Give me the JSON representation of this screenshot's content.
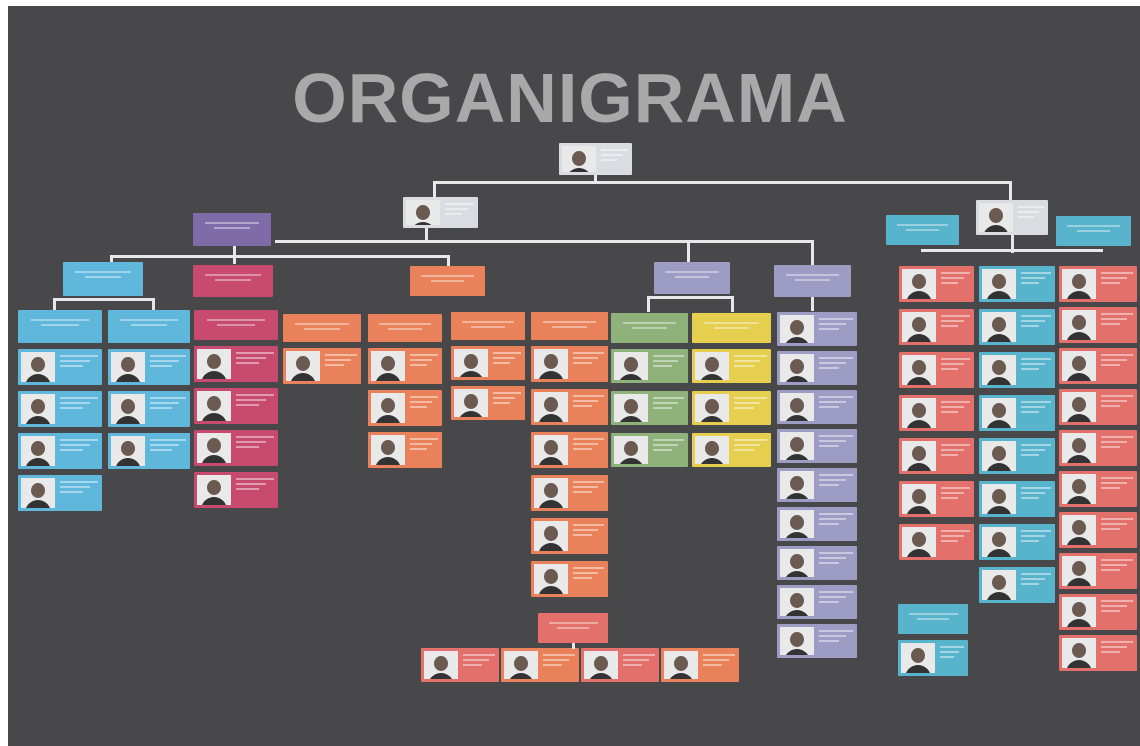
{
  "title": "ORGANIGRAMA",
  "colors": {
    "board": "#48484a",
    "title": "#a9a9a9",
    "lines": "#e8e8e8",
    "directors": "#d9dce0",
    "blue": "#5fb7dc",
    "pink": "#c84a6e",
    "purple": "#7e6ba8",
    "salmon": "#e9825a",
    "green": "#8fb27a",
    "yellow": "#e6cf4f",
    "lavender": "#9d9cc4",
    "teal": "#58b3cc",
    "red": "#e3706a"
  },
  "nodes": {
    "director_general": {
      "kind": "person",
      "color": "directors"
    },
    "director_left": {
      "kind": "person",
      "color": "directors"
    },
    "director_right": {
      "kind": "person",
      "color": "directors"
    },
    "area_purple": {
      "kind": "label",
      "color": "purple"
    },
    "dept_blue": {
      "kind": "label",
      "color": "blue"
    },
    "dept_pink": {
      "kind": "label",
      "color": "pink"
    },
    "dept_salmon": {
      "kind": "label",
      "color": "salmon"
    },
    "dept_lavender": {
      "kind": "label",
      "color": "lavender"
    },
    "dept_lavender_2": {
      "kind": "label",
      "color": "lavender"
    },
    "right_teal_a": {
      "kind": "label",
      "color": "teal"
    },
    "right_teal_b": {
      "kind": "label",
      "color": "teal"
    }
  },
  "columns": [
    {
      "color": "blue",
      "people": 4
    },
    {
      "color": "blue",
      "people": 3
    },
    {
      "color": "pink",
      "people": 4
    },
    {
      "color": "salmon",
      "people": 1
    },
    {
      "color": "salmon",
      "people": 3
    },
    {
      "color": "salmon",
      "people": 2
    },
    {
      "color": "salmon",
      "people": 6
    },
    {
      "color": "green",
      "people": 3
    },
    {
      "color": "yellow",
      "people": 3
    },
    {
      "color": "lavender",
      "people": 9
    },
    {
      "color": "red",
      "people": 7
    },
    {
      "color": "teal",
      "people": 8
    },
    {
      "color": "red",
      "people": 10
    },
    {
      "color": "teal",
      "people": 1
    },
    {
      "color": "red",
      "people": 4
    }
  ]
}
